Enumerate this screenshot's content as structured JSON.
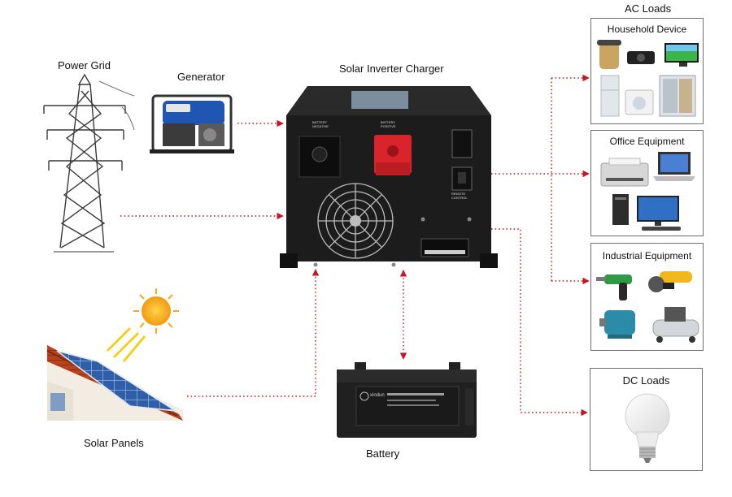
{
  "labels": {
    "power_grid": "Power Grid",
    "generator": "Generator",
    "inverter": "Solar Inverter Charger",
    "solar_panels": "Solar Panels",
    "battery": "Battery",
    "ac_loads": "AC Loads",
    "household": "Household Device",
    "office": "Office Equipment",
    "industrial": "Industrial Equipment",
    "dc_loads": "DC Loads"
  },
  "device_text": {
    "battery_negative": "BATTERY NEGATIVE",
    "battery_positive": "BATTERY POSITIVE",
    "remote_control": "REMOTE CONTROL",
    "battery_brand": "xindun"
  },
  "colors": {
    "connector_line": "#c8141e",
    "box_border": "#6e6e6e",
    "inverter_body": "#1c1c1c",
    "positive_terminal": "#d8242a",
    "solar_cell": "#2f5fa8",
    "roof_tile": "#b8431d",
    "sun": "#f7a81b",
    "generator_blue": "#1f56b3"
  }
}
